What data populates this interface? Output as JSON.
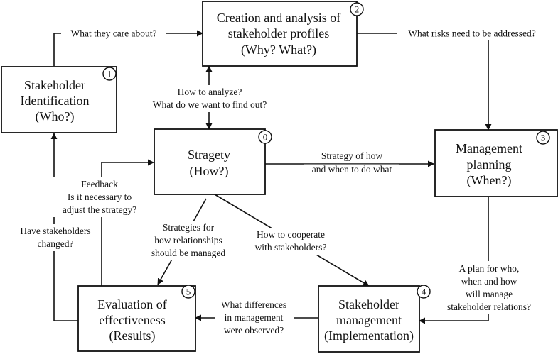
{
  "nodes": {
    "identification": {
      "number": "1",
      "lines": [
        "Stakeholder",
        "Identification",
        "(Who?)"
      ]
    },
    "profiles": {
      "number": "2",
      "lines": [
        "Creation and analysis of",
        "stakeholder profiles",
        "(Why? What?)"
      ]
    },
    "planning": {
      "number": "3",
      "lines": [
        "Management",
        "planning",
        "(When?)"
      ]
    },
    "strategy": {
      "number": "0",
      "lines": [
        "Stragety",
        "(How?)"
      ]
    },
    "management": {
      "number": "4",
      "lines": [
        "Stakeholder",
        "management",
        "(Implementation)"
      ]
    },
    "evaluation": {
      "number": "5",
      "lines": [
        "Evaluation of",
        "effectiveness",
        "(Results)"
      ]
    }
  },
  "edges": {
    "what_they_care": [
      "What they care about?"
    ],
    "what_risks": [
      "What risks need to be addressed?"
    ],
    "how_to_analyze": [
      "How to analyze?",
      "What do we want to find out?"
    ],
    "strategy_of_how": [
      "Strategy of how",
      "and when to do what"
    ],
    "feedback": [
      "Feedback",
      "Is it necessary to",
      "adjust the strategy?"
    ],
    "stakeholders_changed": [
      "Have stakeholders",
      "changed?"
    ],
    "strategies_relationships": [
      "Strategies for",
      "how relationships",
      "should be managed"
    ],
    "how_to_cooperate": [
      "How to cooperate",
      "with stakeholders?"
    ],
    "plan_for_who": [
      "A plan for who,",
      "when and how",
      "will manage",
      "stakeholder relations?"
    ],
    "differences": [
      "What differences",
      "in management",
      "were observed?"
    ]
  },
  "colors": {
    "stroke": "#111111",
    "background": "#ffffff"
  }
}
